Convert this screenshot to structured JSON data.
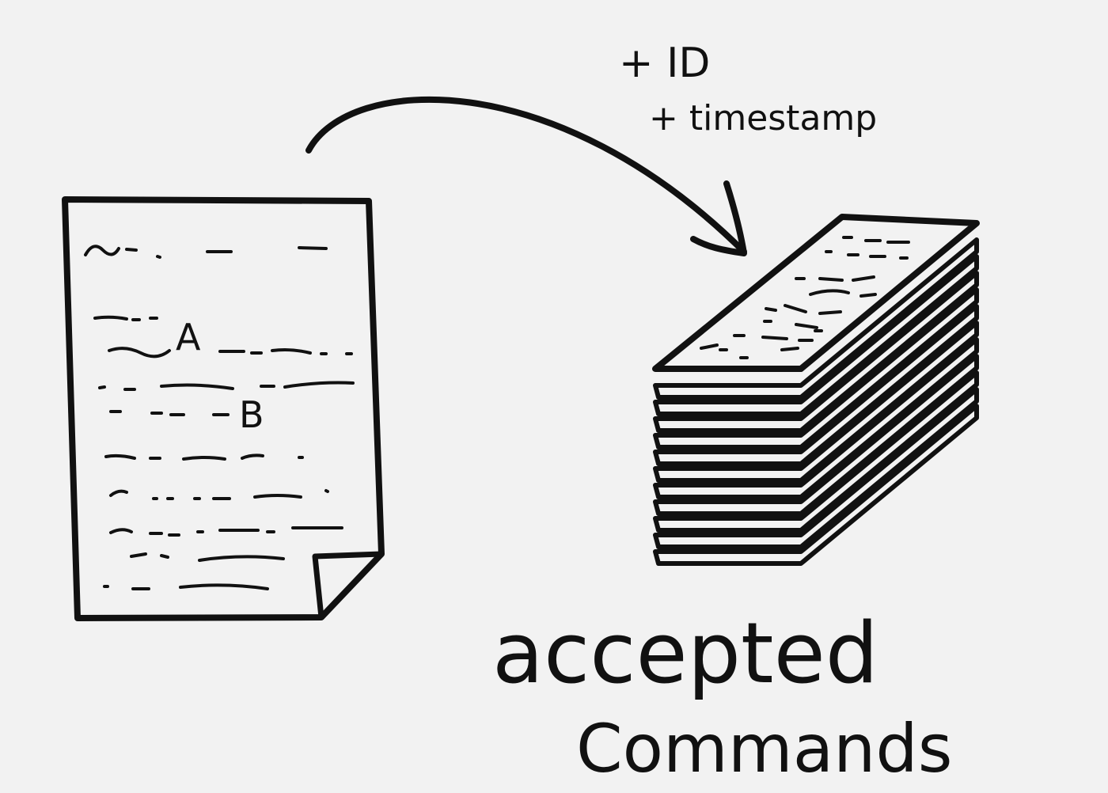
{
  "document": {
    "label_a": "A",
    "label_b": "B"
  },
  "transform": {
    "id_label": "+ ID",
    "timestamp_label": "+ timestamp"
  },
  "stack": {
    "caption_line1": "accepted",
    "caption_line2": "Commands",
    "sheet_count": 12
  },
  "colors": {
    "ink": "#111111",
    "paper": "#f2f2f2"
  }
}
